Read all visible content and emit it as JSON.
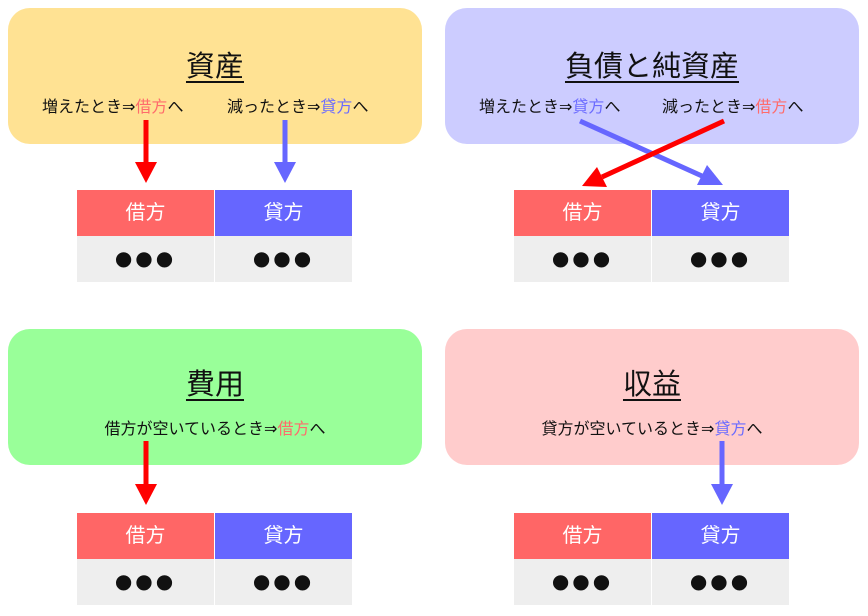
{
  "colors": {
    "asset_bg": "#ffe293",
    "liability_bg": "#ccccff",
    "expense_bg": "#99ff99",
    "revenue_bg": "#ffcccc",
    "debit": "#ff6666",
    "credit": "#6666ff",
    "arrow_red": "#ff0000",
    "arrow_blue": "#6666ff"
  },
  "ledger": {
    "debit_label": "借方",
    "credit_label": "貸方",
    "placeholder": "●●●"
  },
  "assets": {
    "title": "資産",
    "increase": {
      "pre": "増えたとき⇒",
      "side": "借方",
      "post": "へ"
    },
    "decrease": {
      "pre": "減ったとき⇒",
      "side": "貸方",
      "post": "へ"
    }
  },
  "liabilities_equity": {
    "title": "負債と純資産",
    "increase": {
      "pre": "増えたとき⇒",
      "side": "貸方",
      "post": "へ"
    },
    "decrease": {
      "pre": "減ったとき⇒",
      "side": "借方",
      "post": "へ"
    }
  },
  "expenses": {
    "title": "費用",
    "rule": {
      "pre": "借方が空いているとき⇒",
      "side": "借方",
      "post": "へ"
    }
  },
  "revenue": {
    "title": "収益",
    "rule": {
      "pre": "貸方が空いているとき⇒",
      "side": "貸方",
      "post": "へ"
    }
  }
}
